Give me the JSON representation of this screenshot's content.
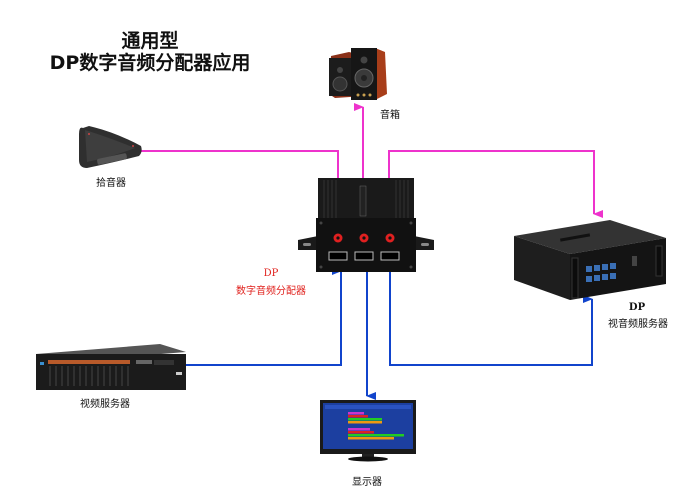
{
  "title": {
    "line1": "通用型",
    "line2": "DP数字音频分配器应用"
  },
  "devices": {
    "speaker": {
      "label": "音箱"
    },
    "microphone": {
      "label": "拾音器"
    },
    "splitter": {
      "label_line1": "DP",
      "label_line2": "数字音频分配器"
    },
    "av_server": {
      "label_line1": "DP",
      "label_line2": "视音频服务器"
    },
    "video_server": {
      "label": "视频服务器"
    },
    "monitor": {
      "label": "显示器"
    }
  },
  "colors": {
    "audio_wire": "#ee33cc",
    "video_wire": "#1144cc",
    "splitter_label": "#e0221e"
  }
}
